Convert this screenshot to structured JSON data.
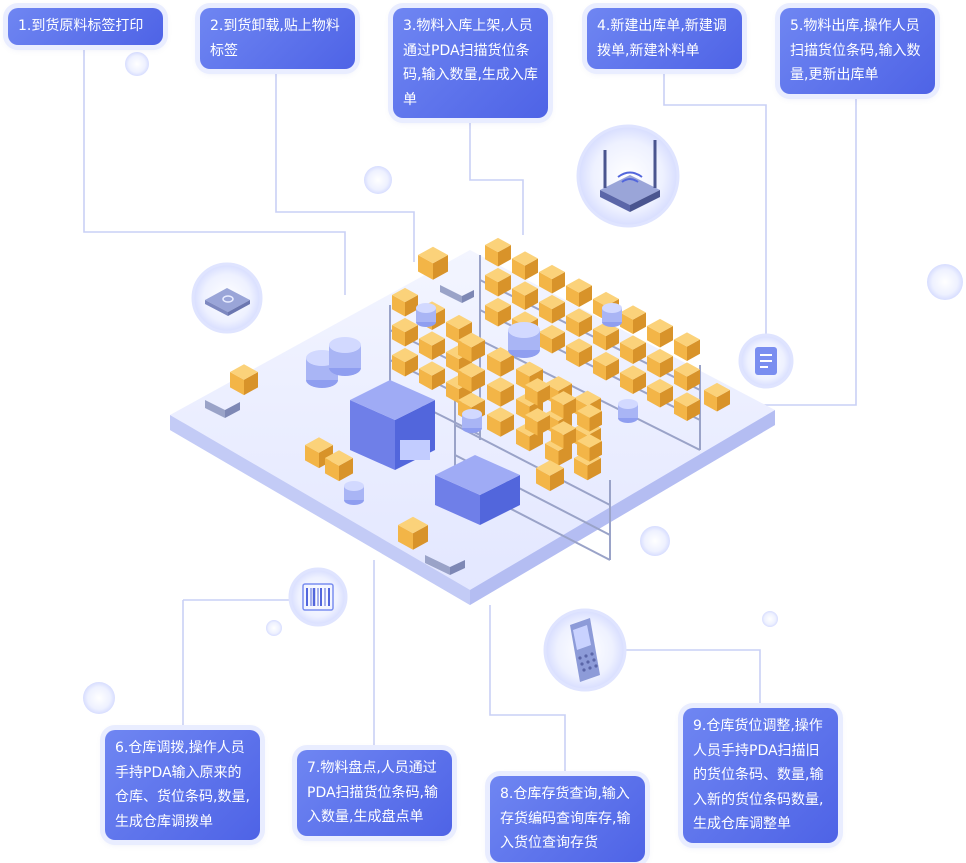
{
  "steps": [
    {
      "text": "1.到货原料标签打印"
    },
    {
      "text": "2.到货卸载,贴上物料标签"
    },
    {
      "text": "3.物料入库上架,人员通过PDA扫描货位条码,输入数量,生成入库单"
    },
    {
      "text": "4.新建出库单,新建调拨单,新建补料单"
    },
    {
      "text": "5.物料出库,操作人员扫描货位条码,输入数量,更新出库单"
    },
    {
      "text": "6.仓库调拨,操作人员手持PDA输入原来的仓库、货位条码,数量,生成仓库调拨单"
    },
    {
      "text": "7.物料盘点,人员通过PDA扫描货位条码,输入数量,生成盘点单"
    },
    {
      "text": "8.仓库存货查询,输入存货编码查询库存,输入货位查询存货"
    },
    {
      "text": "9.仓库货位调整,操作人员手持PDA扫描旧的货位条码、数量,输入新的货位条码数量,生成仓库调整单"
    }
  ],
  "icons": [
    "disk-icon",
    "router-icon",
    "document-icon",
    "barcode-icon",
    "pda-scanner-icon"
  ],
  "colors": {
    "box": "#4e63e6",
    "line": "#c9d0f5",
    "platform": "#e8ebff",
    "cargo": "#f3b547"
  }
}
